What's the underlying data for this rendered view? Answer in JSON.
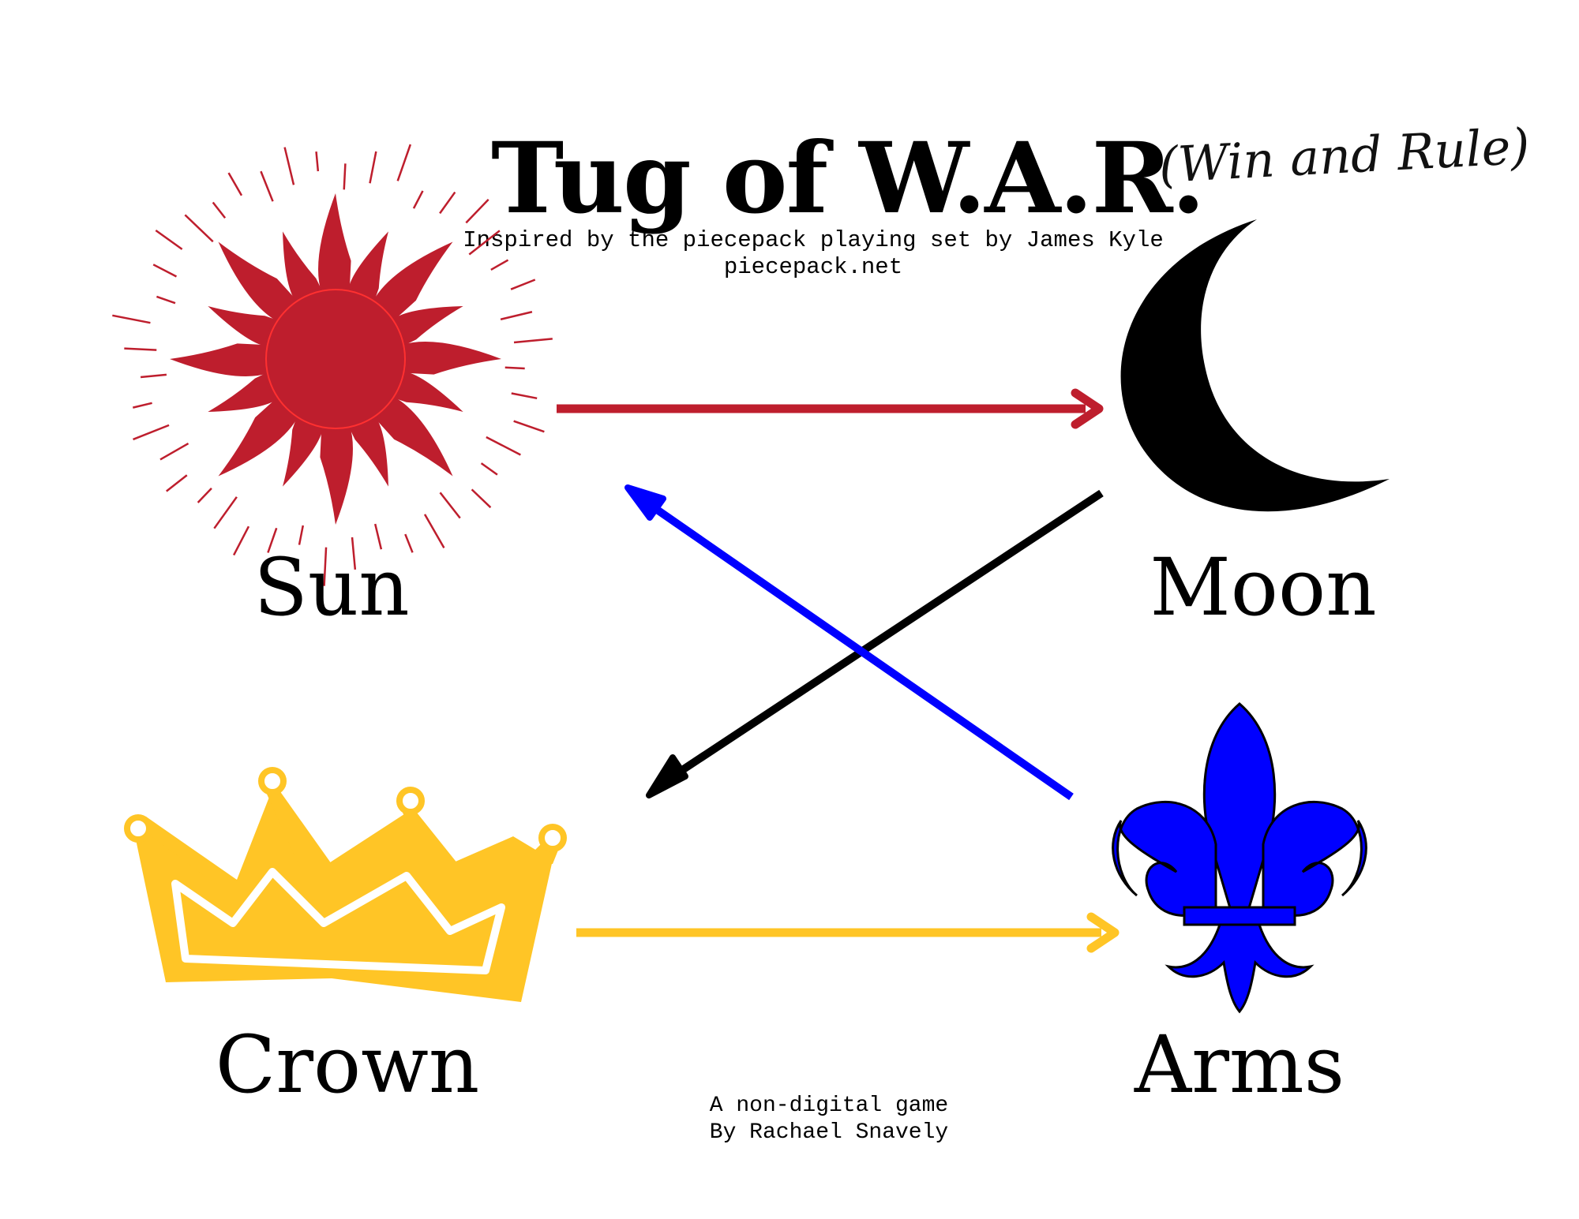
{
  "title": "Tug of W.A.R.",
  "title_script": "(Win and Rule)",
  "credit_line1": "Inspired by the piecepack playing set by James Kyle",
  "credit_line2": "piecepack.net",
  "footer_line1": "A non-digital game",
  "footer_line2": "By Rachael Snavely",
  "nodes": {
    "sun": {
      "label": "Sun",
      "icon": "sun-icon",
      "color": "#be1e2d"
    },
    "moon": {
      "label": "Moon",
      "icon": "moon-icon",
      "color": "#000000"
    },
    "crown": {
      "label": "Crown",
      "icon": "crown-icon",
      "color": "#ffc526"
    },
    "arms": {
      "label": "Arms",
      "icon": "fleur-de-lis-icon",
      "color": "#0000ff"
    }
  },
  "edges": [
    {
      "from": "Sun",
      "to": "Moon",
      "color": "#be1e2d"
    },
    {
      "from": "Moon",
      "to": "Crown",
      "color": "#000000"
    },
    {
      "from": "Arms",
      "to": "Sun",
      "color": "#0000ff"
    },
    {
      "from": "Crown",
      "to": "Arms",
      "color": "#ffc526"
    }
  ]
}
